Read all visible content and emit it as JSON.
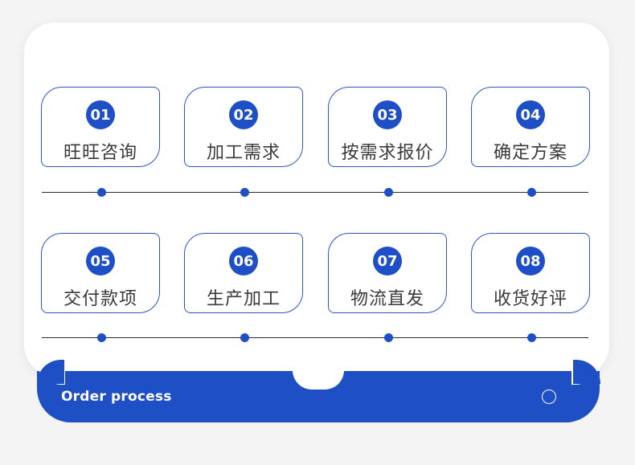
{
  "page": {
    "background_color": "#f4f4f4",
    "panel_color": "#ffffff",
    "accent_color": "#1e4fc6",
    "line_color": "#2b2b2b",
    "label_color": "#3a3a3a"
  },
  "steps": [
    {
      "number": "01",
      "label": "旺旺咨询"
    },
    {
      "number": "02",
      "label": "加工需求"
    },
    {
      "number": "03",
      "label": "按需求报价"
    },
    {
      "number": "04",
      "label": "确定方案"
    },
    {
      "number": "05",
      "label": "交付款项"
    },
    {
      "number": "06",
      "label": "生产加工"
    },
    {
      "number": "07",
      "label": "物流直发"
    },
    {
      "number": "08",
      "label": "收货好评"
    }
  ],
  "footer": {
    "title": "Order process",
    "circle_icon": "circle-outline-icon"
  }
}
